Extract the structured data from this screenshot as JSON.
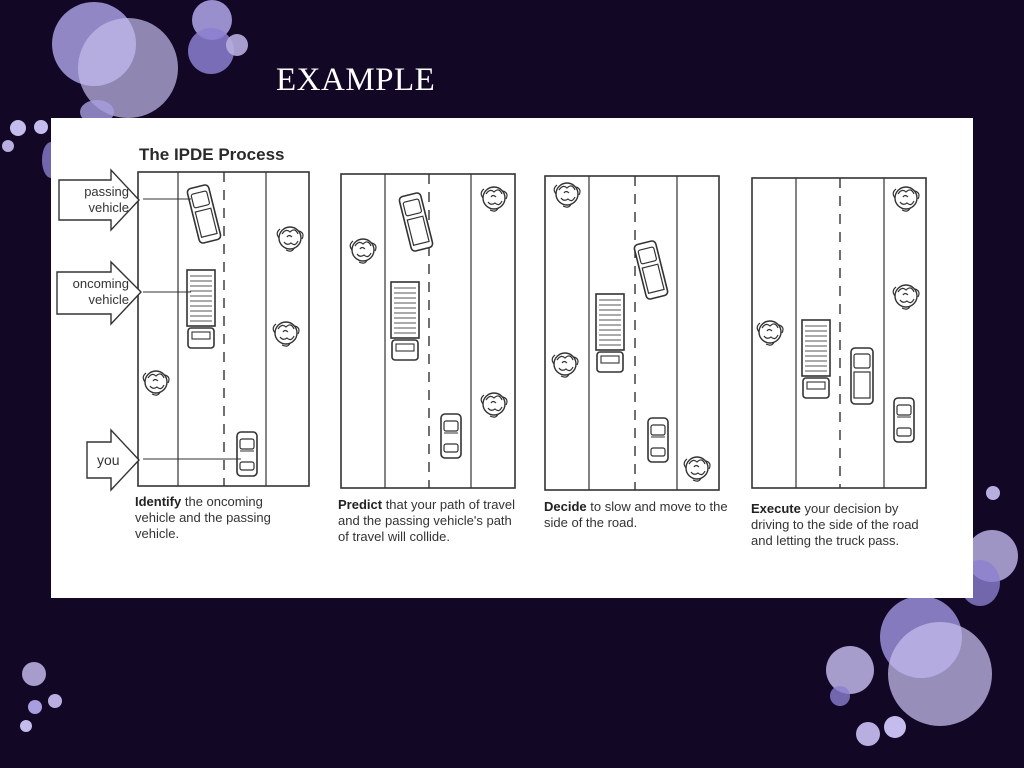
{
  "slide": {
    "title": "EXAMPLE"
  },
  "diagram": {
    "title": "The IPDE Process",
    "arrows": {
      "passing": "passing vehicle",
      "oncoming": "oncoming vehicle",
      "you": "you"
    },
    "steps": [
      {
        "keyword": "Identify",
        "text": " the oncoming vehicle and the passing vehicle."
      },
      {
        "keyword": "Predict",
        "text": " that your path of travel and the passing vehicle's path of travel will collide."
      },
      {
        "keyword": "Decide",
        "text": " to slow and move to the side of the road."
      },
      {
        "keyword": "Execute",
        "text": " your decision by driving to the side of the road and letting the truck pass."
      }
    ]
  },
  "colors": {
    "background": "#120826",
    "bubble_light": "#b8aee0",
    "bubble_dark": "#7d6fc8"
  }
}
